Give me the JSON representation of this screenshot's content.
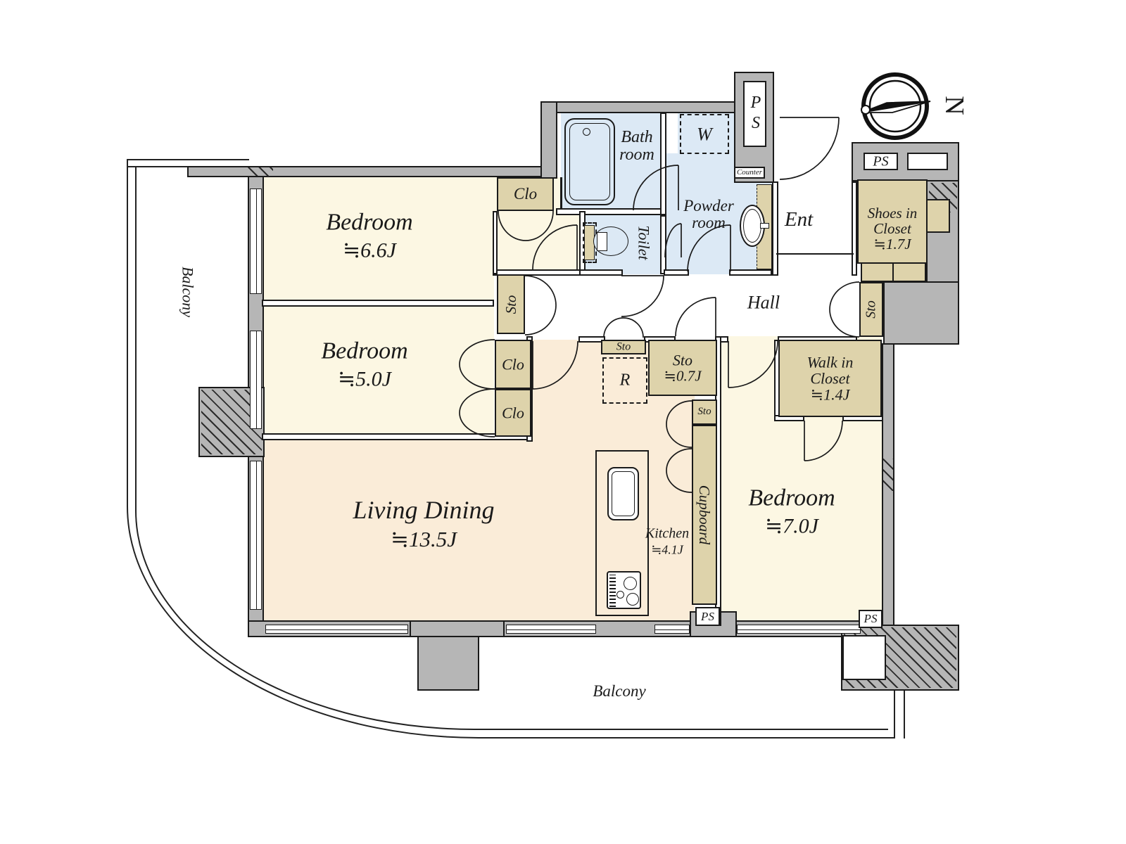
{
  "compass": {
    "north": "N"
  },
  "rooms": {
    "bedroom_66": {
      "name": "Bedroom",
      "area": "≒6.6J"
    },
    "bedroom_50": {
      "name": "Bedroom",
      "area": "≒5.0J"
    },
    "bedroom_70": {
      "name": "Bedroom",
      "area": "≒7.0J"
    },
    "living": {
      "name": "Living Dining",
      "area": "≒13.5J"
    },
    "kitchen": {
      "name": "Kitchen",
      "area": "≒4.1J"
    },
    "bath": {
      "line1": "Bath",
      "line2": "room"
    },
    "powder": {
      "line1": "Powder",
      "line2": "room"
    },
    "toilet": {
      "name": "Toilet"
    },
    "ent": {
      "name": "Ent"
    },
    "hall": {
      "name": "Hall"
    },
    "shoes_closet": {
      "line1": "Shoes in",
      "line2": "Closet",
      "area": "≒1.7J"
    },
    "walk_in_closet": {
      "line1": "Walk in",
      "line2": "Closet",
      "area": "≒1.4J"
    },
    "sto_07": {
      "name": "Sto",
      "area": "≒0.7J"
    },
    "cupboard": {
      "name": "Cupboard"
    },
    "balcony": {
      "name": "Balcony"
    }
  },
  "labels": {
    "clo": "Clo",
    "sto": "Sto",
    "ps": "PS",
    "w": "W",
    "r": "R",
    "counter": "Counter"
  },
  "colors": {
    "wall": "#b6b6b6",
    "room_cream": "#fcf7e3",
    "room_peach": "#faecd8",
    "room_blue": "#dce9f5",
    "closet_tan": "#ded3ab",
    "line": "#1a1a1a"
  }
}
